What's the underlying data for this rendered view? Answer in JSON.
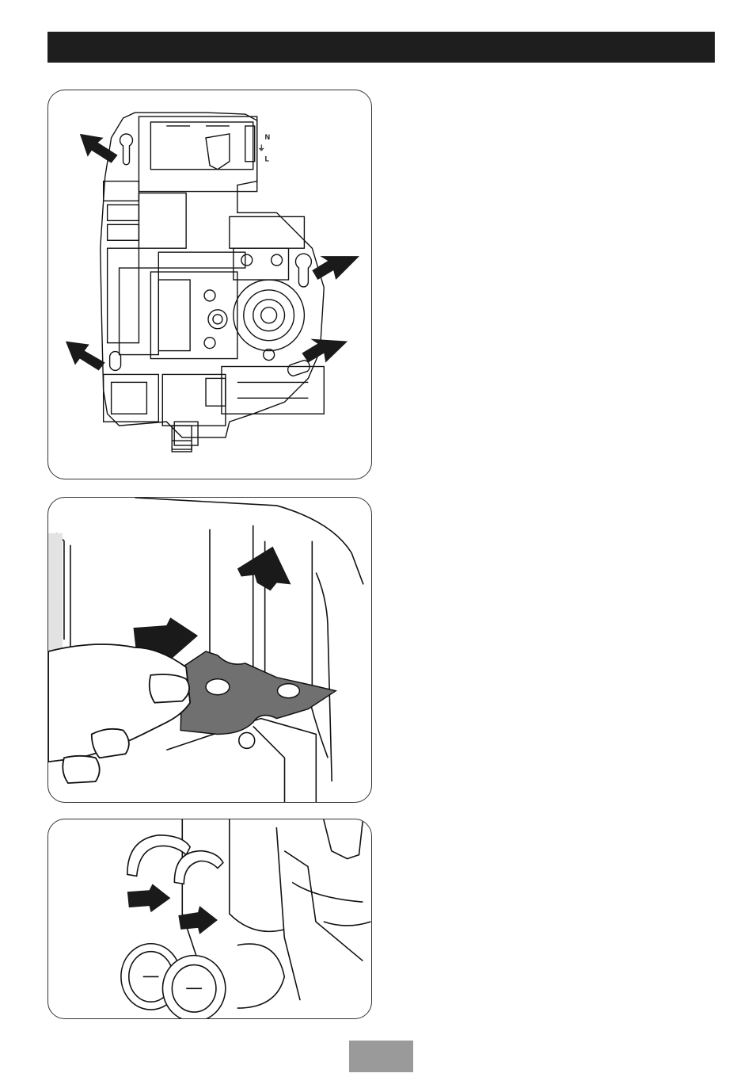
{
  "header": {
    "title": ""
  },
  "figures": [
    {
      "id": "unit-mounting-diagram",
      "labels": {
        "n": "N",
        "l": "L",
        "earth": "⏚"
      }
    },
    {
      "id": "spanner-pipe-diagram"
    },
    {
      "id": "push-fit-clip-diagram"
    }
  ],
  "page": {
    "number": ""
  },
  "colors": {
    "header": "#1e1e1e",
    "tab": "#9a9a9a",
    "arrow": "#1a1a1a",
    "spanner": "#707070"
  }
}
